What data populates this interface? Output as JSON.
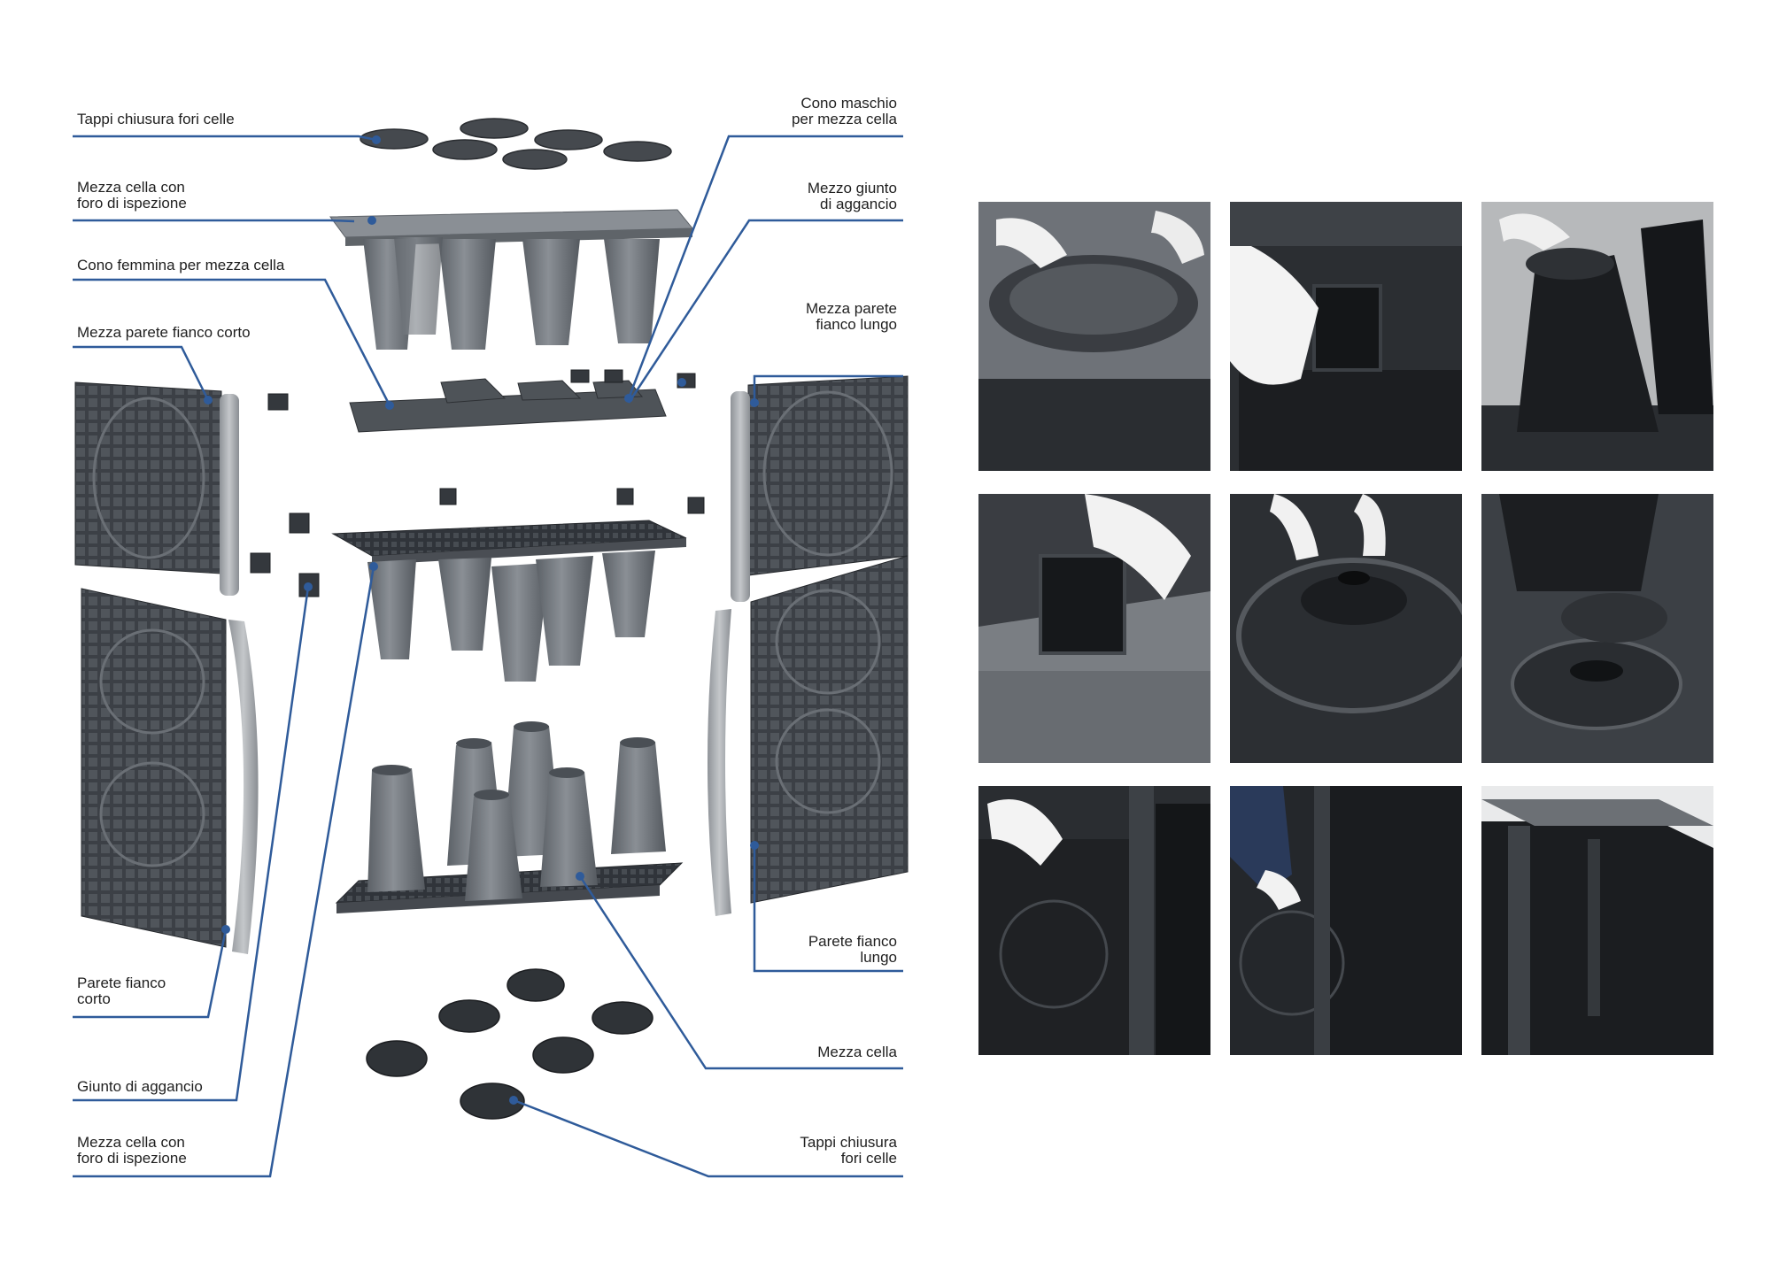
{
  "labels": {
    "top_caps": "Tappi chiusura fori celle",
    "half_cell_inspection_top": [
      "Mezza cella con",
      "foro di ispezione"
    ],
    "female_cone": "Cono femmina per mezza cella",
    "half_wall_short": "Mezza parete fianco corto",
    "wall_short": [
      "Parete fianco",
      "corto"
    ],
    "hook_joint": "Giunto di aggancio",
    "half_cell_inspection_bottom": [
      "Mezza cella con",
      "foro di ispezione"
    ],
    "male_cone": [
      "Cono maschio",
      "per mezza cella"
    ],
    "half_hook_joint": [
      "Mezzo giunto",
      "di aggancio"
    ],
    "half_wall_long": [
      "Mezza parete",
      "fianco lungo"
    ],
    "wall_long": [
      "Parete fianco",
      "lungo"
    ],
    "half_cell": "Mezza cella",
    "bottom_caps": [
      "Tappi chiusura",
      "fori celle"
    ]
  },
  "colors": {
    "leader_line": "#2f5b9a",
    "part_gray": "#6f757b",
    "part_dark": "#3a3e43",
    "post_light": "#a9adb1",
    "photo_dark": "#1d1f22"
  },
  "photos": [
    {
      "subject": "cap-on-grid"
    },
    {
      "subject": "gloved-hand-joint"
    },
    {
      "subject": "cone-on-grid"
    },
    {
      "subject": "hand-hook-joint"
    },
    {
      "subject": "female-cone-closeup"
    },
    {
      "subject": "cones-in-cell"
    },
    {
      "subject": "wall-assembly"
    },
    {
      "subject": "wall-hooking"
    },
    {
      "subject": "assembled-corner"
    }
  ]
}
